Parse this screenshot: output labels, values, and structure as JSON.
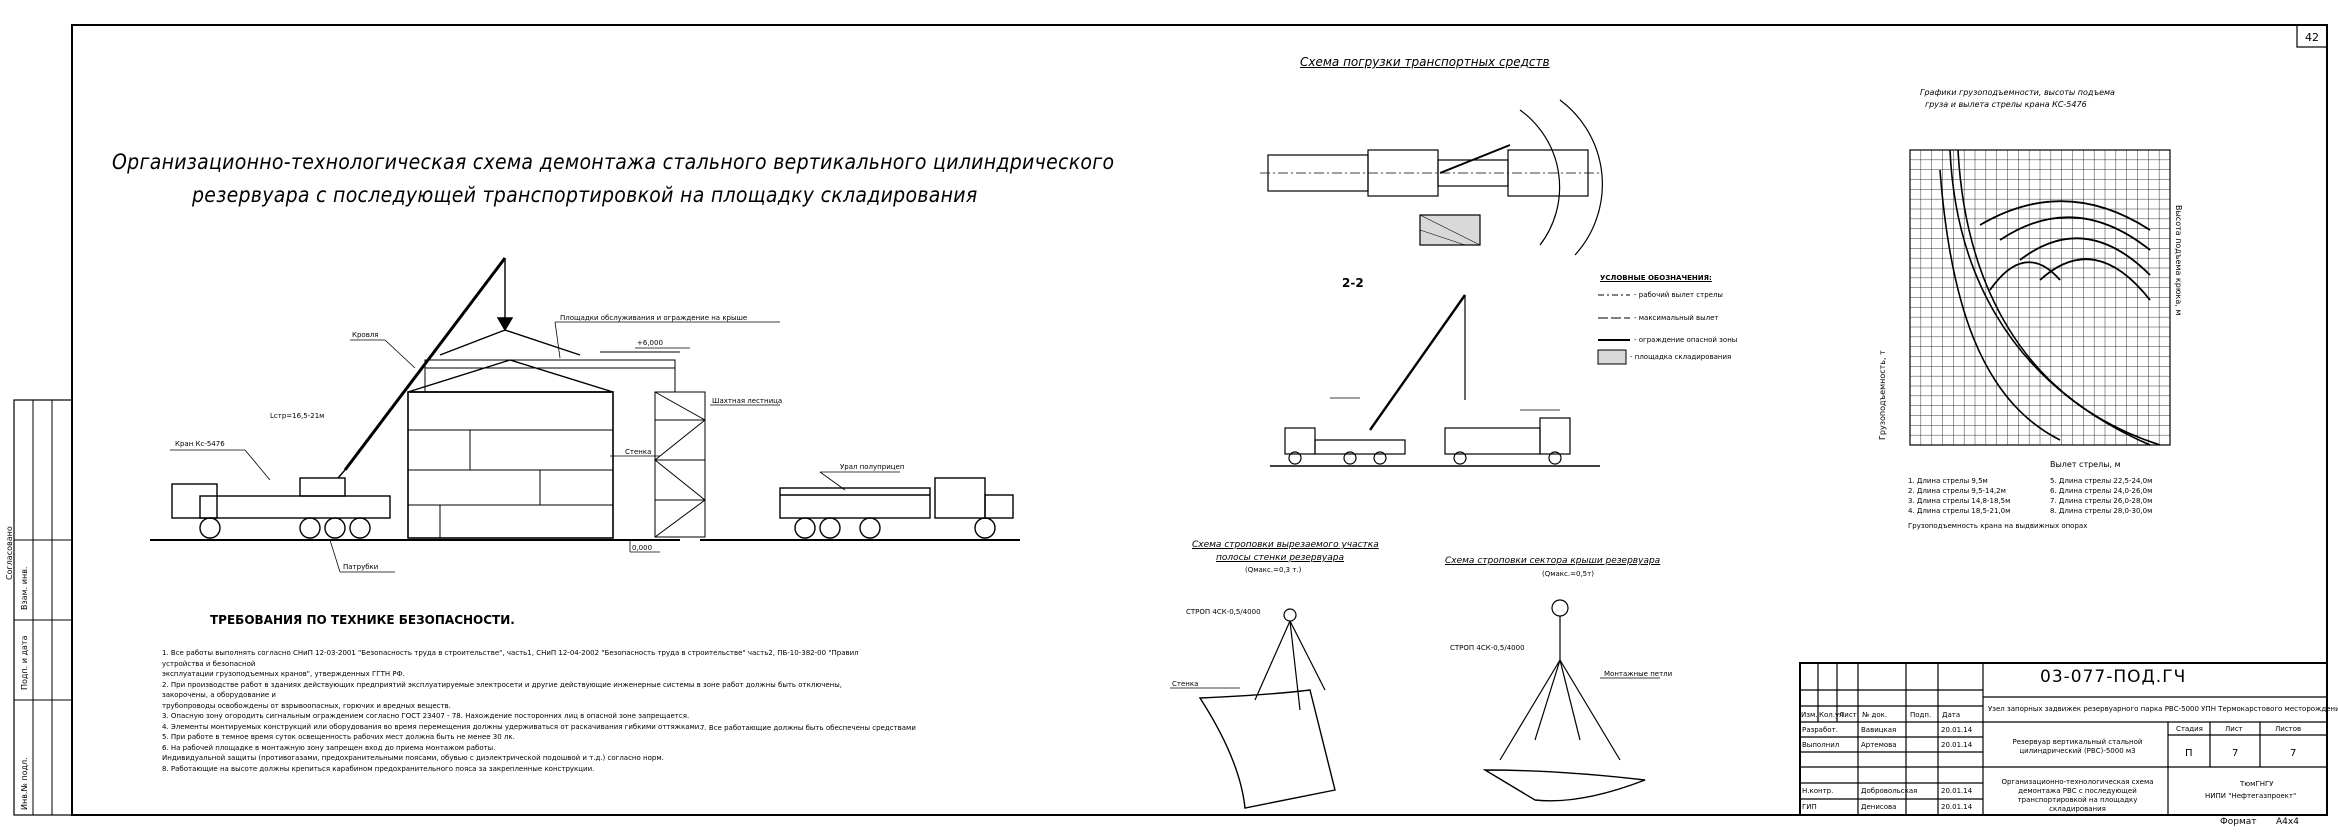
{
  "sheet": {
    "page_number": "42",
    "format_label": "Формат",
    "format_value": "А4х4",
    "main_title_line1": "Организационно-технологическая схема демонтажа стального вертикального цилиндрического",
    "main_title_line2": "резервуара с последующей транспортировкой на площадку складирования"
  },
  "side_stamp": {
    "inv_no": "Инв.№ подл.",
    "sign_date": "Подп. и дата",
    "inv_replace": "Взам. инв.",
    "agreed": "Согласовано"
  },
  "main_drawing": {
    "crane_label": "Кран Кс-5476",
    "boom_label": "Lстр=16,5-21м",
    "krovlya_label": "Кровля",
    "platforms_label": "Площадки обслуживания и ограждение на крыше",
    "elev_top": "+6,000",
    "shaft_label": "Шахтная лестница",
    "wall_label": "Стенка",
    "truck_label": "Урал полуприцеп",
    "base_label": "Патрубки",
    "elev_zero": "0,000"
  },
  "loading_scheme": {
    "title": "Схема погрузки транспортных средств",
    "section": "2-2",
    "legend_title": "УСЛОВНЫЕ ОБОЗНАЧЕНИЯ:",
    "legend_items": [
      "- рабочий вылет стрелы",
      "- максимальный вылет",
      "- ограждение опасной зоны",
      "- площадка складирования"
    ]
  },
  "chart": {
    "title_line1": "Графики грузоподъемности, высоты подъема",
    "title_line2": "груза и вылета стрелы крана КС-5476",
    "ylabel_left": "Грузоподъемность, т",
    "ylabel_right": "Высота подъема крюка, м",
    "xlabel": "Вылет стрелы, м",
    "legend": [
      "1. Длина стрелы 9,5м",
      "2. Длина стрелы 9,5-14,2м",
      "3. Длина стрелы 14,8-18,5м",
      "4. Длина стрелы 18,5-21,0м",
      "5. Длина стрелы 22,5-24,0м",
      "6. Длина стрелы 24,0-26,0м",
      "7. Длина стрелы 26,0-28,0м",
      "8. Длина стрелы 28,0-30,0м"
    ],
    "footnote": "Грузоподъемность крана на выдвижных опорах"
  },
  "sling1": {
    "title_line1": "Схема строповки вырезаемого участка",
    "title_line2": "полосы стенки резервуара",
    "title_line3": "(Qмакс.=0,3 т.)",
    "sling_note": "СТРОП 4СК-0,5/4000",
    "wall_note": "Стенка"
  },
  "sling2": {
    "title": "Схема строповки сектора крыши резервуара",
    "sub": "(Qмакс.=0,5т)",
    "sling_note": "СТРОП 4СК-0,5/4000",
    "note": "Монтажные петли"
  },
  "requirements": {
    "heading": "ТРЕБОВАНИЯ ПО ТЕХНИКЕ БЕЗОПАСНОСТИ.",
    "lines": [
      "1. Все работы выполнять согласно СНиП 12-03-2001 \"Безопасность труда в строительстве\", часть1, СНиП 12-04-2002 \"Безопасность труда в строительстве\" часть2, ПБ-10-382-00 \"Правил устройства и безопасной",
      "эксплуатации грузоподъемных кранов\", утвержденных ГГТН РФ.",
      "2. При производстве работ в зданиях действующих предприятий эксплуатируемые электросети и другие действующие инженерные системы в зоне работ должны быть отключены, закорочены, а оборудование и",
      "трубопроводы освобождены от взрывоопасных, горючих и вредных веществ.",
      "3. Опасную зону огородить сигнальным ограждением согласно ГОСТ 23407 - 78. Нахождение посторонних лиц в опасной зоне запрещается.",
      "4. Элементы монтируемых конструкций или оборудования во время перемещения должны удерживаться от раскачивания гибкими оттяжками.",
      "5. При работе в темное время суток освещенность рабочих мест должна быть не менее 30 лк.",
      "6. На рабочей площадке в монтажную зону запрещен вход до приема монтажом работы.",
      "Индивидуальной защиты (противогазами, предохранительными поясами, обувью с диэлектрической подошвой и т.д.) согласно норм.",
      "8. Работающие на высоте должны крепиться карабином предохранительного пояса за закрепленные конструкции."
    ],
    "extra": "7. Все работающие должны быть обеспечены средствами"
  },
  "title_block": {
    "code": "03-077-ПОД.ГЧ",
    "project": "Узел запорных задвижек резервуарного парка РВС-5000 УПН Термокарстового месторождения. Реконструкция",
    "sheet_name": "Резервуар вертикальный стальной цилиндрический (РВС)-5000 м3",
    "drawing_name": "Организационно-технологическая схема демонтажа РВС с последующей транспортировкой на площадку складирования",
    "org_line1": "ТюмГНГУ",
    "org_line2": "НИПИ \"Нефтегазпроект\"",
    "headers": [
      "Изм.",
      "Кол.уч",
      "Лист",
      "№ док.",
      "Подп.",
      "Дата"
    ],
    "rows": [
      {
        "role": "Разработ.",
        "name": "Вавицкая",
        "date": "20.01.14"
      },
      {
        "role": "Выполнил",
        "name": "Артемова",
        "date": "20.01.14"
      },
      {
        "role": "",
        "name": "",
        "date": ""
      },
      {
        "role": "Н.контр.",
        "name": "Добровольская",
        "date": "20.01.14"
      },
      {
        "role": "ГИП",
        "name": "Денисова",
        "date": "20.01.14"
      }
    ],
    "stage_label": "Стадия",
    "sheet_label": "Лист",
    "sheets_label": "Листов",
    "stage": "П",
    "sheet_no": "7",
    "sheets_total": "7"
  }
}
